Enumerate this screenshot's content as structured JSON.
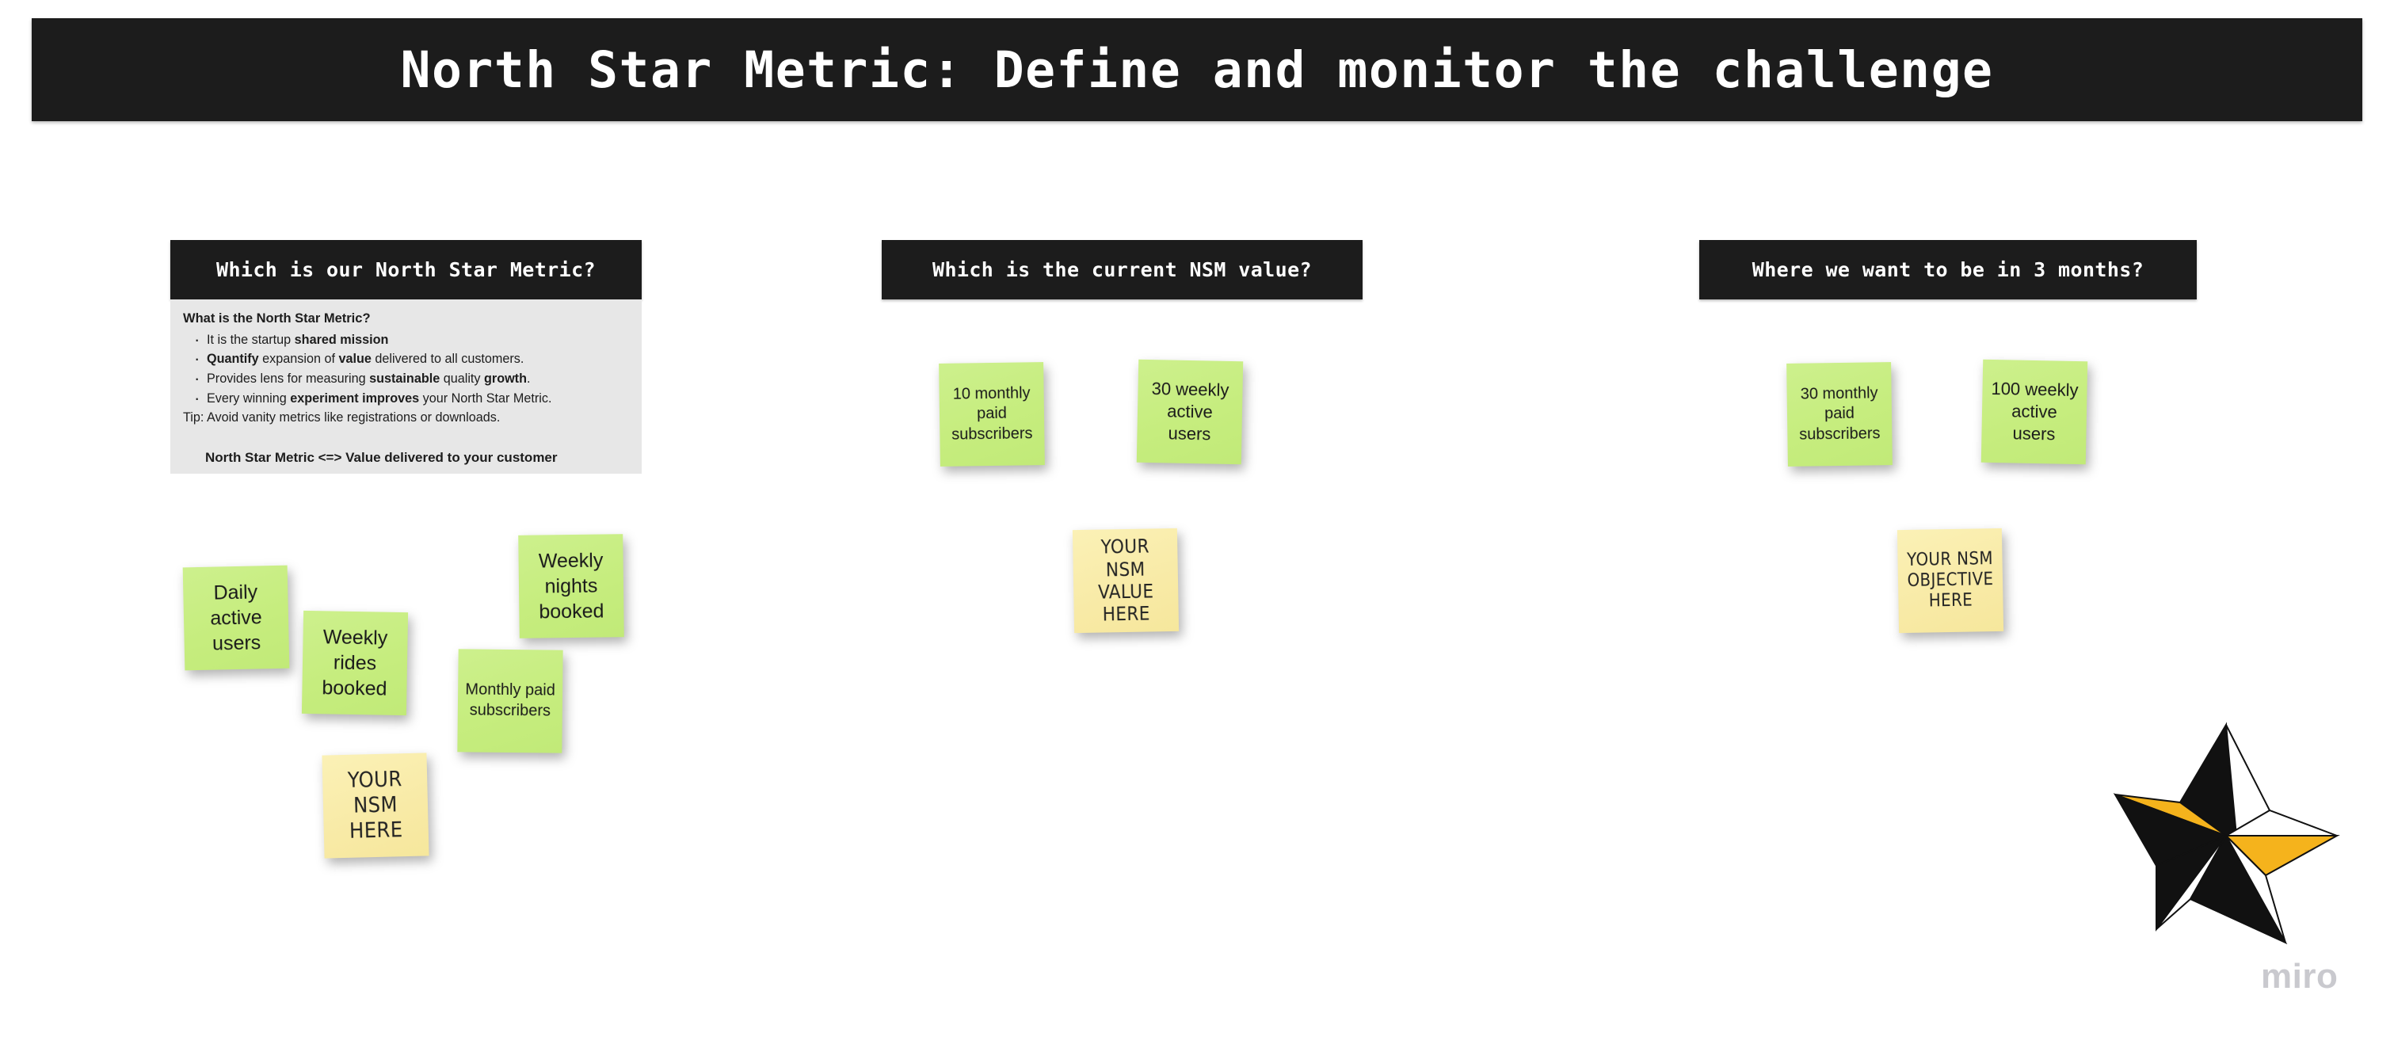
{
  "title_bar": {
    "text": "North Star Metric: Define and monitor the challenge",
    "background": "#1c1c1c",
    "color": "#ffffff"
  },
  "columns": [
    {
      "header": "Which is our North Star Metric?",
      "info_box": {
        "heading": "What is the North Star Metric?",
        "bullets": [
          "It is the startup shared mission",
          "Quantify expansion of value delivered to all customers.",
          "Provides lens for measuring sustainable quality growth.",
          "Every winning experiment improves your North Star Metric."
        ],
        "tip": "Tip: Avoid vanity metrics like registrations or downloads.",
        "equation": "North Star Metric  <=>  Value delivered to your customer",
        "background": "#e7e7e7"
      },
      "notes": [
        {
          "text": "Daily active users",
          "color": "green"
        },
        {
          "text": "Weekly rides booked",
          "color": "green"
        },
        {
          "text": "Weekly nights booked",
          "color": "green"
        },
        {
          "text": "Monthly paid subscribers",
          "color": "green"
        },
        {
          "text": "YOUR NSM HERE",
          "color": "yellow"
        }
      ]
    },
    {
      "header": "Which is the current NSM value?",
      "notes": [
        {
          "text": "10 monthly paid subscribers",
          "color": "green"
        },
        {
          "text": "30 weekly active users",
          "color": "green"
        },
        {
          "text": "YOUR NSM VALUE HERE",
          "color": "yellow"
        }
      ]
    },
    {
      "header": "Where we want to be in 3 months?",
      "notes": [
        {
          "text": "30 monthly paid subscribers",
          "color": "green"
        },
        {
          "text": "100 weekly active users",
          "color": "green"
        },
        {
          "text": "YOUR NSM OBJECTIVE HERE",
          "color": "yellow"
        }
      ]
    }
  ],
  "branding": {
    "wordmark": "miro",
    "logo_icon": "nautical-star-icon",
    "star_black": "#111111",
    "star_yellow": "#f5b31c",
    "wordmark_color": "#c9c9ce"
  },
  "palette": {
    "sticky_green": "#c6ed7e",
    "sticky_yellow": "#f8eaa6",
    "panel_dark": "#1c1c1c",
    "info_gray": "#e7e7e7",
    "canvas": "#ffffff"
  }
}
